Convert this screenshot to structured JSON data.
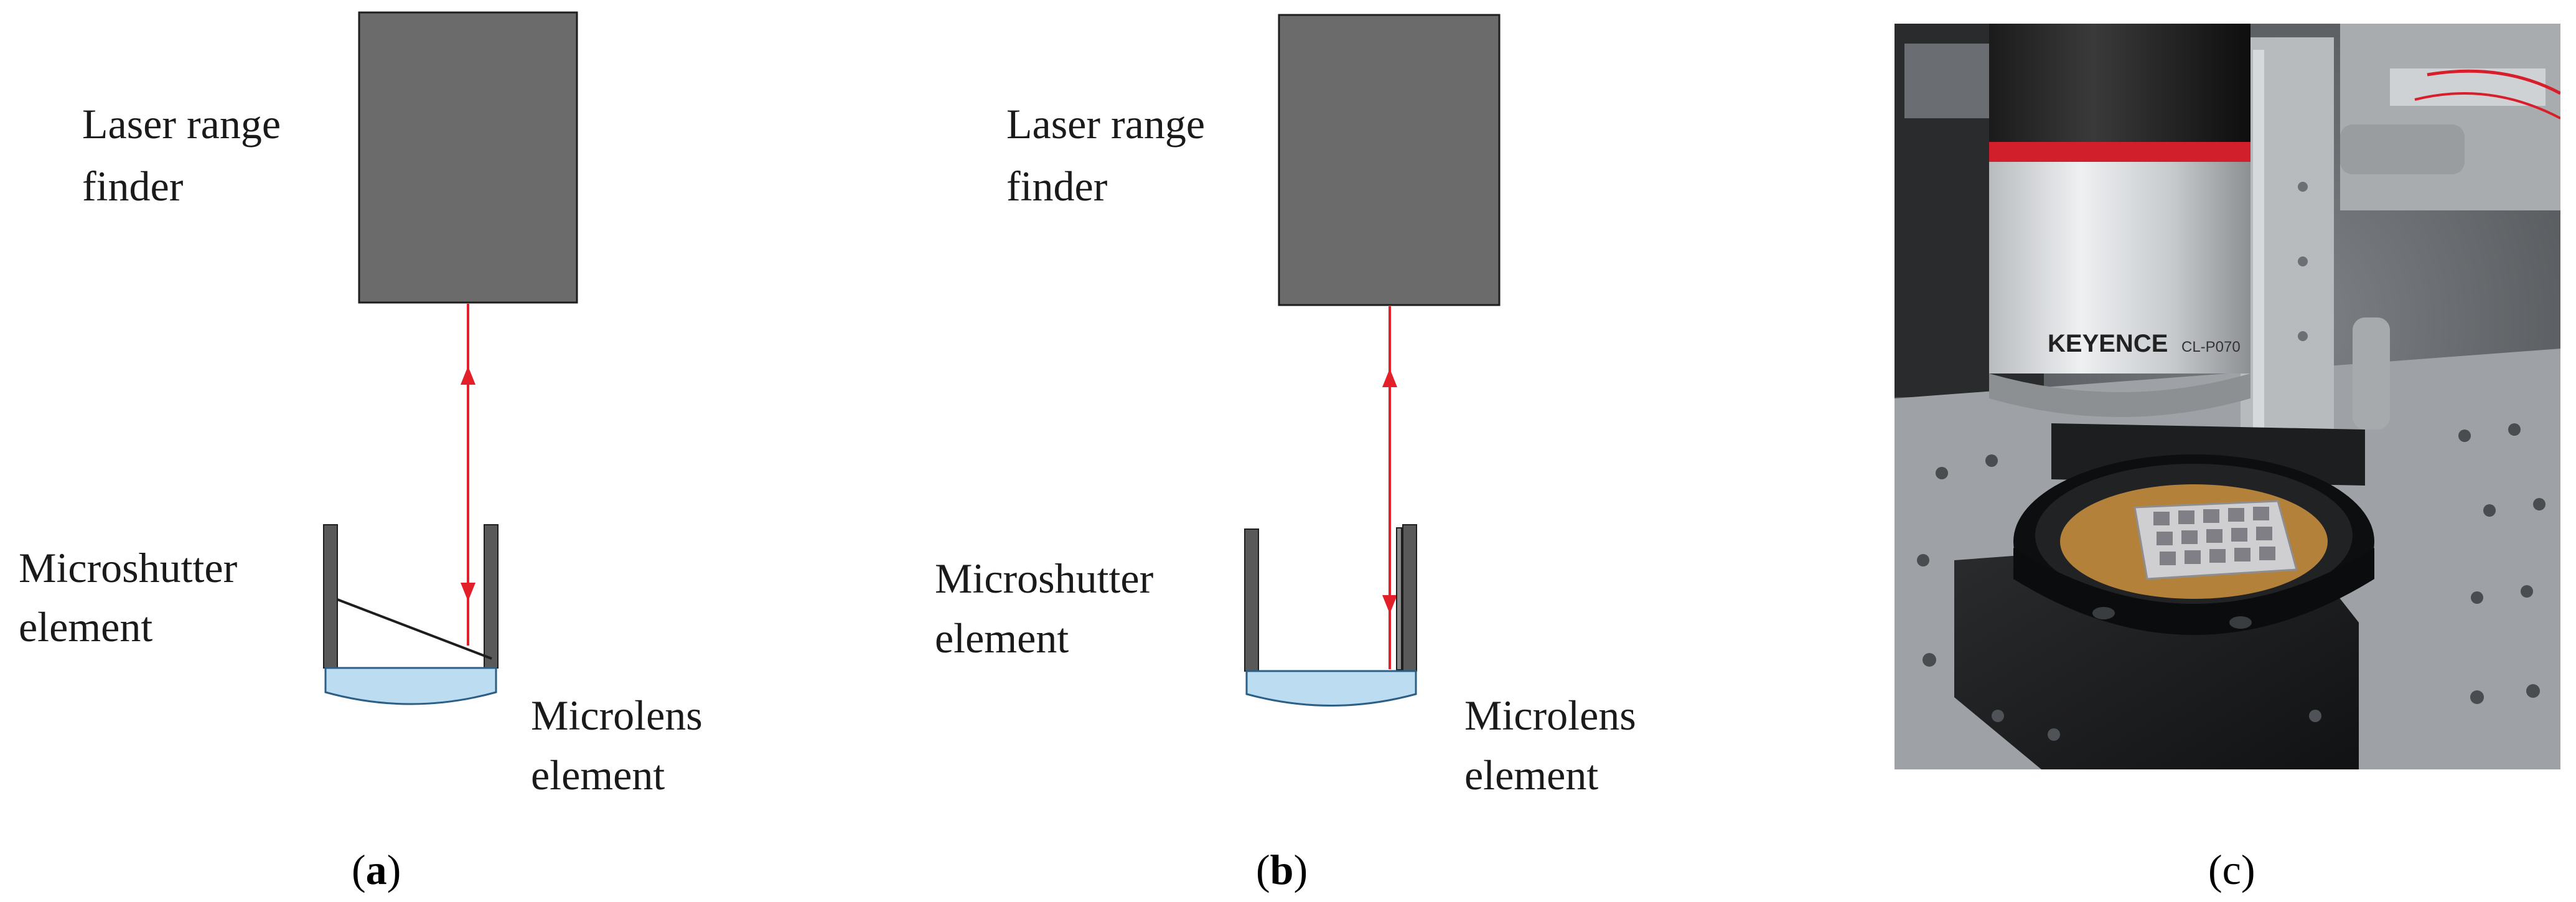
{
  "panels": [
    {
      "id": "a",
      "device_label_line1": "Laser range",
      "device_label_line2": "finder",
      "shutter_label_line1": "Microshutter",
      "shutter_label_line2": "element",
      "lens_label_line1": "Microlens",
      "lens_label_line2": "element",
      "caption_open": "(",
      "caption_letter": "a",
      "caption_close": ")",
      "shutter_state": "closed"
    },
    {
      "id": "b",
      "device_label_line1": "Laser range",
      "device_label_line2": "finder",
      "shutter_label_line1": "Microshutter",
      "shutter_label_line2": "element",
      "lens_label_line1": "Microlens",
      "lens_label_line2": "element",
      "caption_open": "(",
      "caption_letter": "b",
      "caption_close": ")",
      "shutter_state": "open"
    },
    {
      "id": "c",
      "photo_brand_text": "KEYENCE",
      "photo_model_text": "CL-P070",
      "caption": "(c)"
    }
  ],
  "colors": {
    "finder_fill": "#6b6b6b",
    "beam": "#e3202a",
    "wall": "#555555",
    "lens_fill": "#bcdcf2",
    "lens_stroke": "#2b5f86"
  }
}
